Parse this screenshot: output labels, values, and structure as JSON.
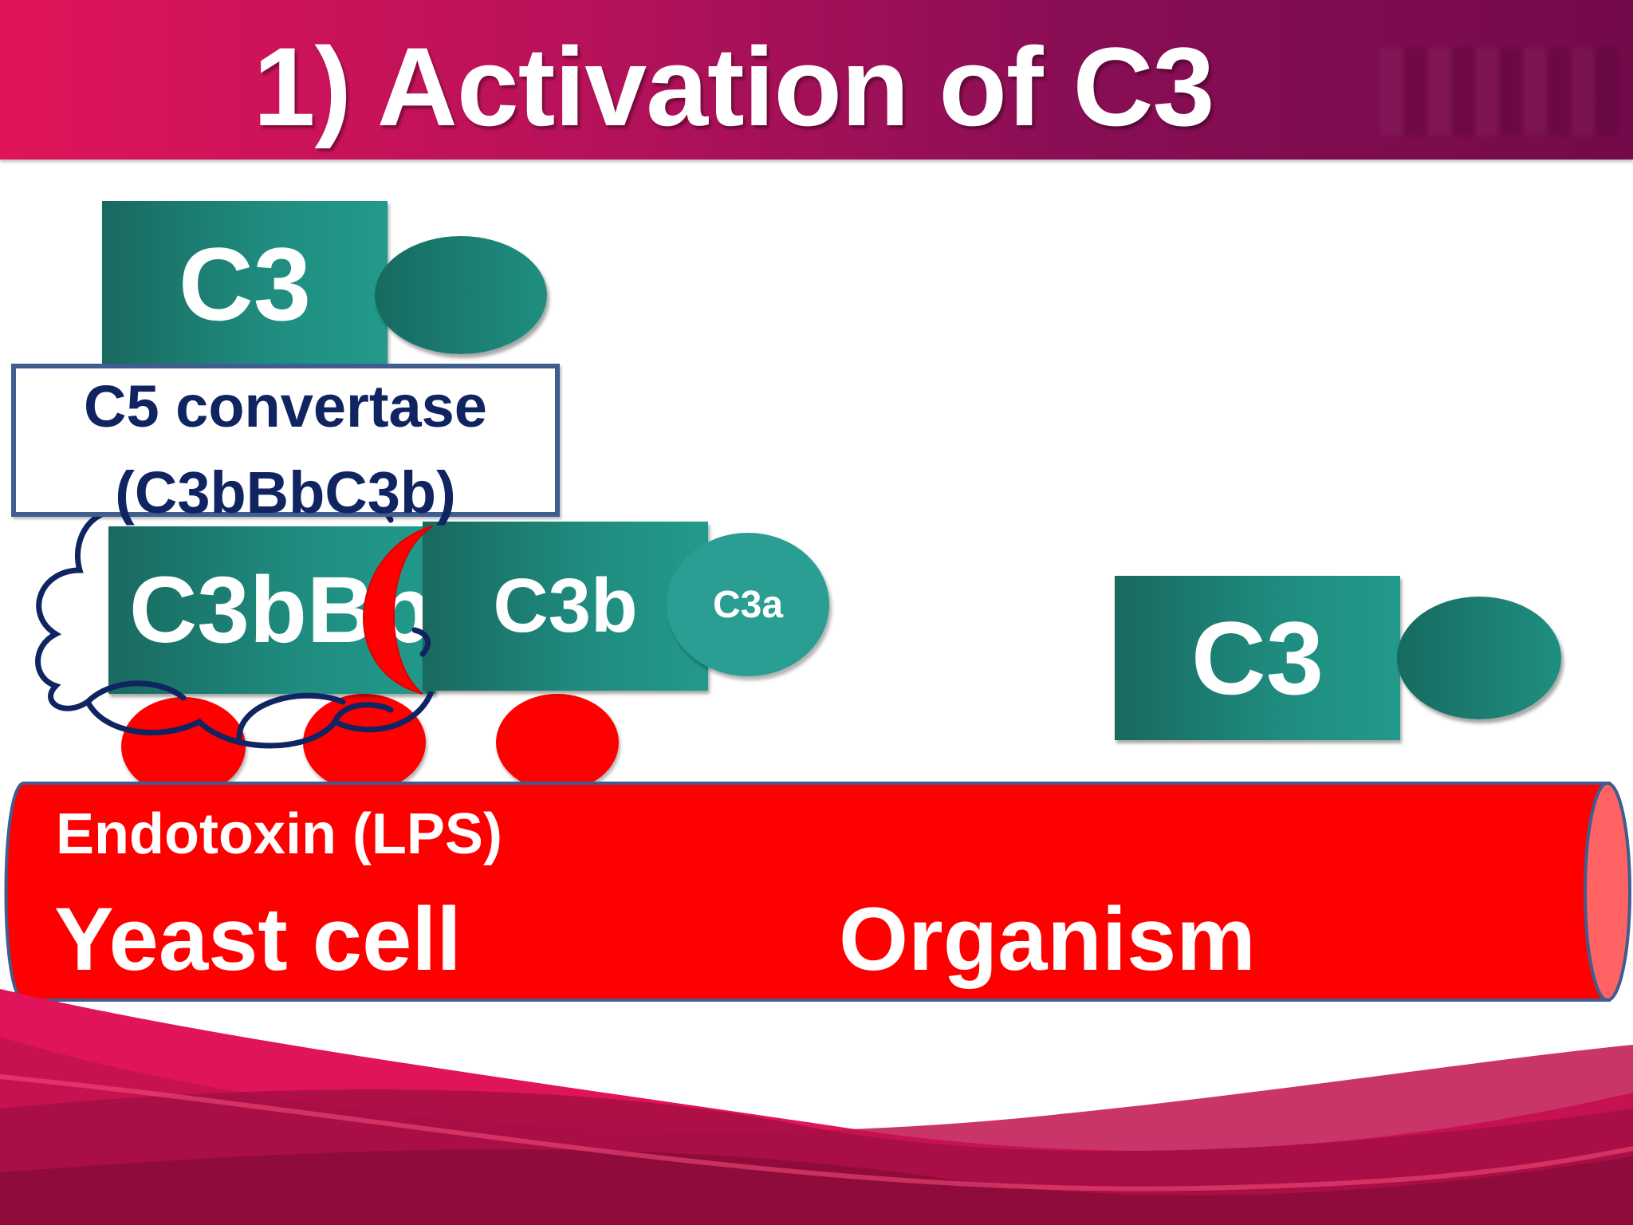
{
  "slide": {
    "title": "1) Activation of C3"
  },
  "molecules": {
    "c3_top": "C3",
    "c5_convertase": {
      "line1": "C5 convertase",
      "line2": "(C3bBbC3b)"
    },
    "c3bbb": "C3bBb",
    "c3b": "C3b",
    "c3a": "C3a",
    "c3_right": "C3"
  },
  "cell": {
    "endotoxin_label": "Endotoxin (LPS)",
    "yeast_label": "Yeast cell",
    "organism_label": "Organism"
  },
  "colors": {
    "banner_start": "#e0145a",
    "banner_end": "#730a49",
    "teal": "#1f8d80",
    "convertase_text": "#0f2461",
    "convertase_border": "#3f5d8e",
    "cell_red": "#ff0000",
    "cloud_outline": "#0f2461"
  }
}
